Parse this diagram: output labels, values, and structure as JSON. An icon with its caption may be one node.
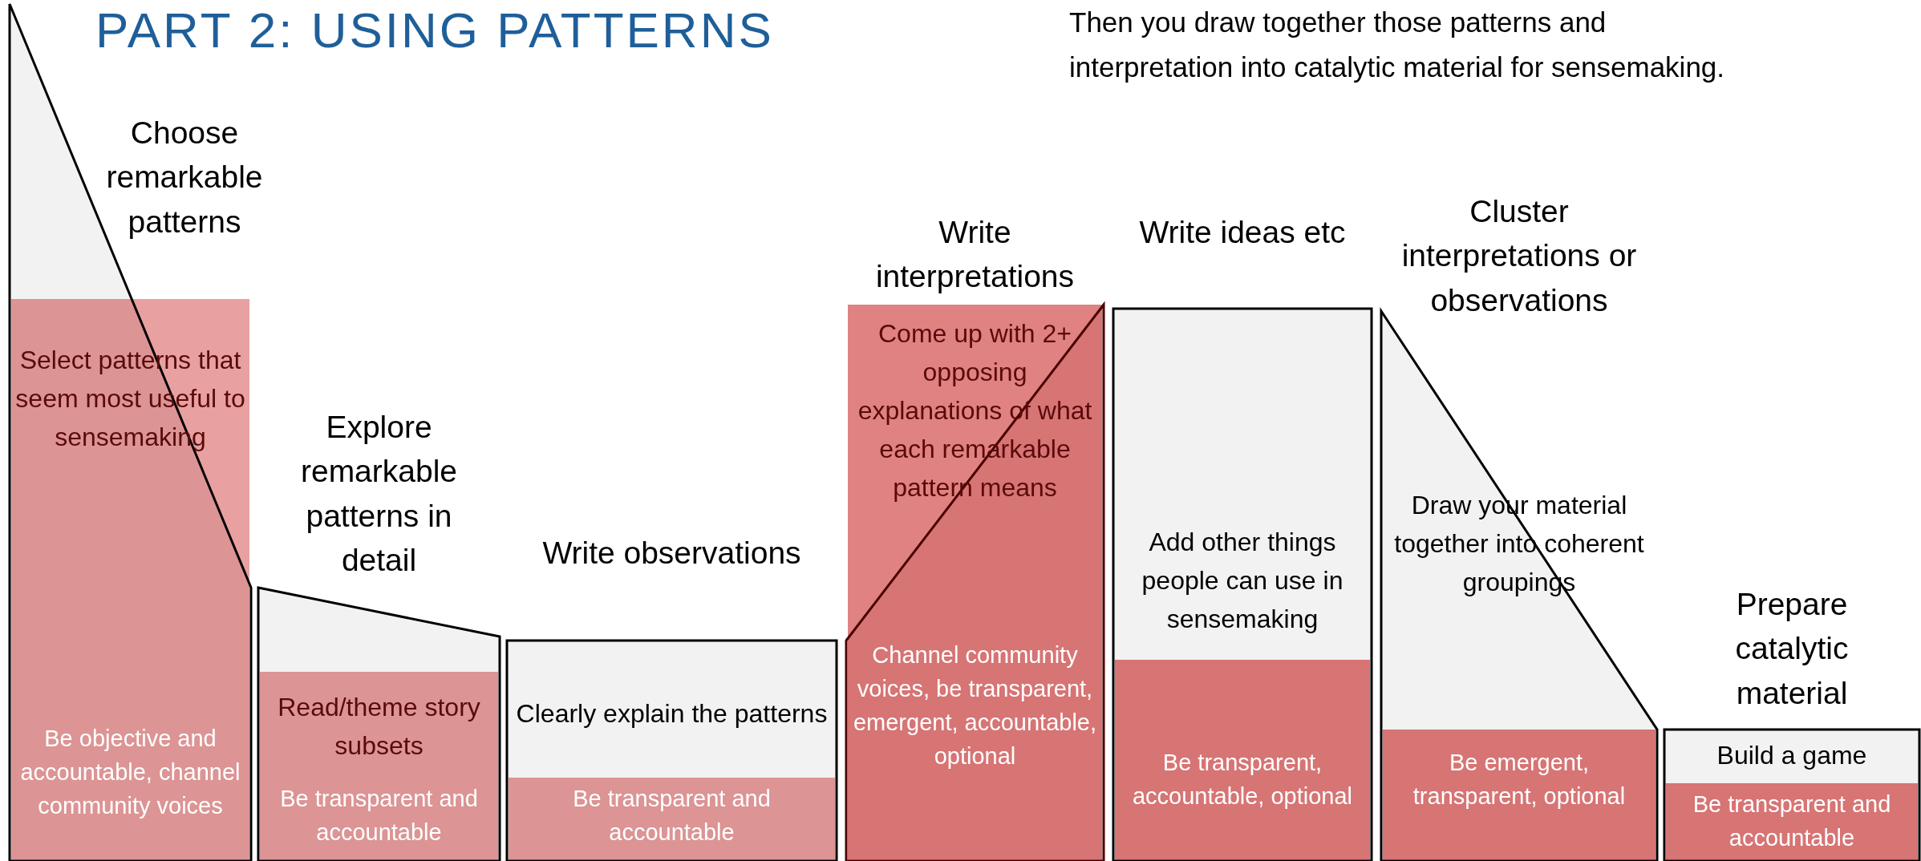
{
  "diagram": {
    "title": "PART 2: USING PATTERNS",
    "nodes": [
      {
        "text": [
          "Choose remarkable patterns",
          "Select patterns that seem most useful to sensemaking",
          "Be objective and accountable, channel community voices"
        ]
      },
      {
        "text": [
          "Explore remarkable patterns in detail",
          "Read/theme story subsets",
          "Be transparent and accountable"
        ]
      },
      {
        "text": [
          "Write observations",
          "Clearly explain the patterns",
          "Be transparent and accountable"
        ]
      },
      {
        "text": [
          "Write interpretations",
          "Come up with 2+ opposing explanations of what each remarkable pattern means",
          "Channel community voices, be transparent, emergent, accountable, optional"
        ]
      },
      {
        "text": [
          "Write ideas etc",
          "Add other things people can use in sensemaking",
          "Be transparent, accountable, optional"
        ]
      },
      {
        "text": [
          "Cluster interpretations or observations",
          "Draw your material together into coherent groupings",
          "Be emergent, transparent, optional"
        ]
      },
      {
        "text": [
          "Prepare catalytic material",
          "Build a game",
          "Be transparent and accountable"
        ]
      }
    ],
    "labels": [
      "Then you draw together those patterns and interpretation into catalytic material for sensemaking."
    ]
  }
}
